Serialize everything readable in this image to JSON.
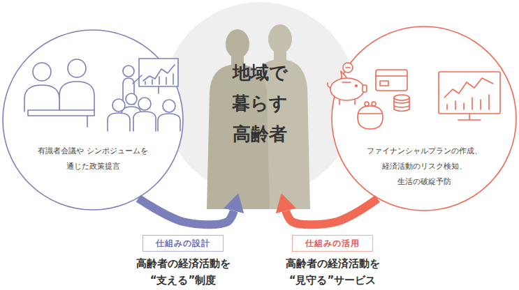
{
  "diagram": {
    "nodes": [
      {
        "text": [
          "有識者会議や シンポジュームを 通じた政策提言"
        ]
      },
      {
        "text": [
          "地域で 暮らす 高齢者"
        ]
      },
      {
        "text": [
          "ファイナンシャルプランの作成、 経済活動のリスク検知、 生活の破綻予防"
        ]
      },
      {
        "text": [
          "仕組みの設計"
        ]
      },
      {
        "text": [
          "仕組みの活用"
        ]
      }
    ],
    "edges": [
      {
        "from": 0,
        "to": 1,
        "arrow": "to"
      },
      {
        "from": 2,
        "to": 1,
        "arrow": "to"
      }
    ],
    "labels": [
      "高齢者の経済活動を “支える”制度",
      "高齢者の経済活動を “見守る”サービス"
    ]
  }
}
